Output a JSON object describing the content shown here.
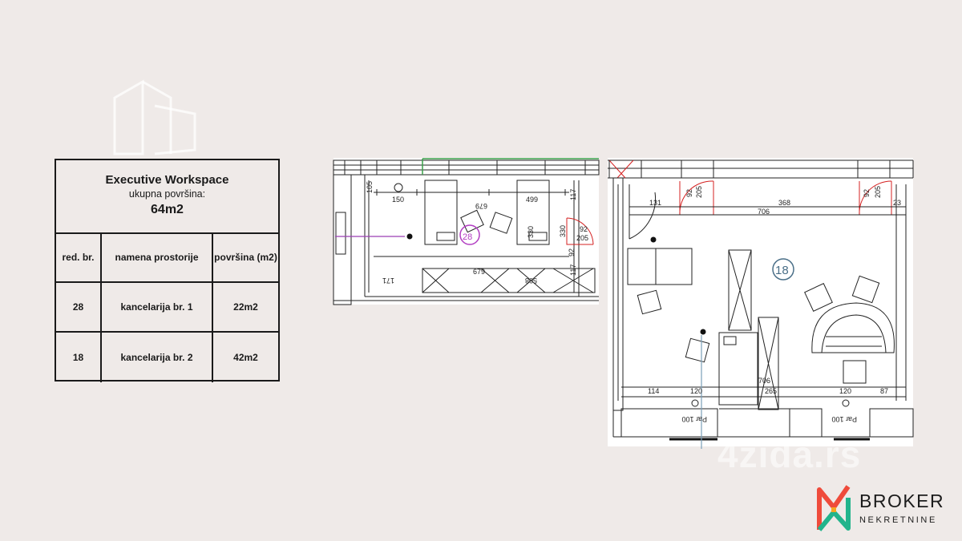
{
  "area_table": {
    "title": "Executive Workspace",
    "subtitle": "ukupna površina:",
    "total": "64m2",
    "headers": [
      "red. br.",
      "namena prostorije",
      "površina (m2)"
    ],
    "rows": [
      {
        "no": "28",
        "name": "kancelarija br. 1",
        "area": "22m2"
      },
      {
        "no": "18",
        "name": "kancelarija br. 2",
        "area": "42m2"
      }
    ]
  },
  "watermark": {
    "text": "4zida.rs"
  },
  "plan": {
    "room_labels": [
      "28",
      "18"
    ],
    "dims_left": [
      "105",
      "150",
      "679",
      "499",
      "117",
      "330",
      "330",
      "92",
      "205",
      "171",
      "679",
      "508",
      "117",
      "92"
    ],
    "dims_right": [
      "92",
      "205",
      "368",
      "92",
      "205",
      "23",
      "131",
      "706",
      "706",
      "265",
      "114",
      "120",
      "120",
      "87"
    ],
    "par_labels": [
      "Par 100",
      "Par 100"
    ]
  },
  "logo": {
    "main": "BROKER",
    "sub": "NEKRETNINE"
  }
}
